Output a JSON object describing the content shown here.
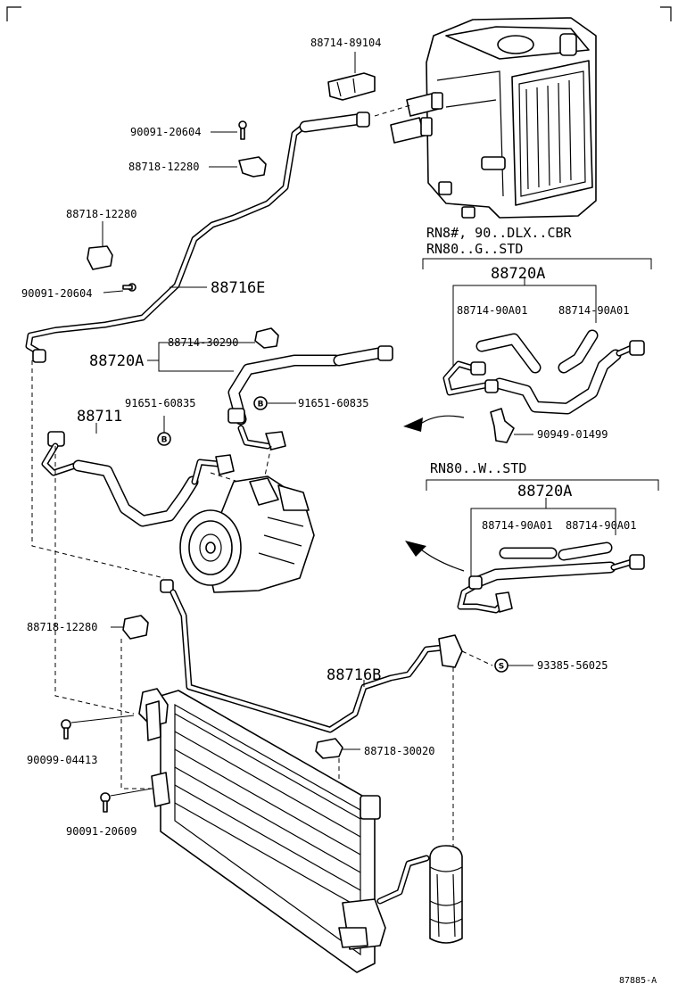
{
  "labels": {
    "p_88714_89104": "88714-89104",
    "p_90091_20604_a": "90091-20604",
    "p_88718_12280_a": "88718-12280",
    "p_88718_12280_b": "88718-12280",
    "p_90091_20604_b": "90091-20604",
    "p_88716E": "88716E",
    "p_88714_30290": "88714-30290",
    "p_88720A_main": "88720A",
    "p_91651_60835_a": "91651-60835",
    "p_91651_60835_b": "91651-60835",
    "p_88711": "88711",
    "p_90949_01499": "90949-01499",
    "p_88718_12280_c": "88718-12280",
    "p_88716B": "88716B",
    "p_93385_56025": "93385-56025",
    "p_88718_30020": "88718-30020",
    "p_90099_04413": "90099-04413",
    "p_90091_20609": "90091-20609"
  },
  "variants": {
    "v1_line1": "RN8#, 90..DLX..CBR",
    "v1_line2": "RN80..G..STD",
    "v1_group": "88720A",
    "v1_left": "88714-90A01",
    "v1_right": "88714-90A01",
    "v2_line1": "RN80..W..STD",
    "v2_group": "88720A",
    "v2_left": "88714-90A01",
    "v2_right": "88714-90A01"
  },
  "symbols": {
    "bolt_b": "B",
    "seal_s": "S"
  },
  "footer": {
    "ref": "87885-A"
  }
}
